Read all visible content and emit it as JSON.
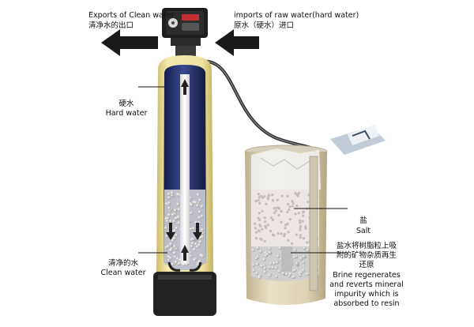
{
  "labels": {
    "outlet_en": "Exports of Clean water",
    "outlet_cn": "清净水的出口",
    "inlet_en": "imports of raw water(hard water)",
    "inlet_cn": "原水（硬水）进口",
    "hard_cn": "硬水",
    "hard_en": "Hard water",
    "clean_cn": "清净的水",
    "clean_en": "Clean water",
    "salt_cn": "盐",
    "salt_en": "Salt",
    "brine_cn_1": "盐水将树脂粒上吸",
    "brine_cn_2": "附的矿物杂质再生",
    "brine_cn_3": "还原",
    "brine_en_1": "Brine regenerates",
    "brine_en_2": "and reverts mineral",
    "brine_en_3": "impurity which is",
    "brine_en_4": "absorbed to resin"
  },
  "colors": {
    "arrow": "#1a1a1a",
    "tank_shell": "#e9dc92",
    "tank_core": "#24306e",
    "brine_tank": "#d8ccb0",
    "valve_head": "#1e1e1e",
    "base": "#222222"
  }
}
